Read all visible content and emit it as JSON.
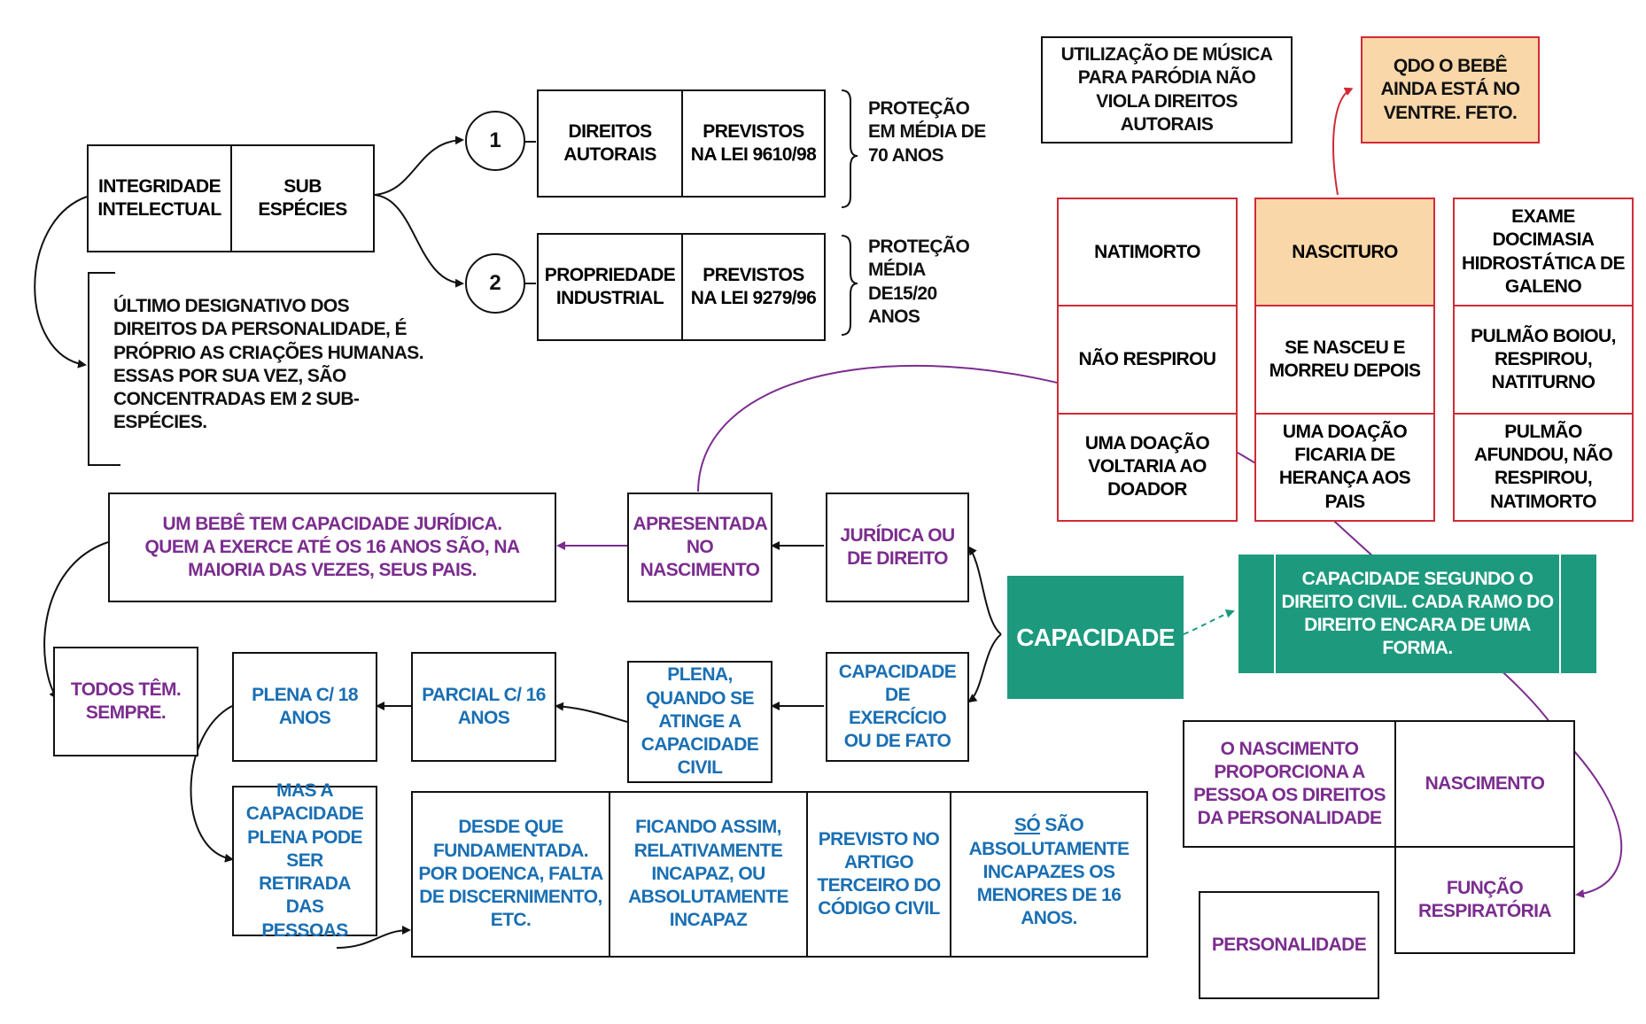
{
  "integridade": {
    "label": "INTEGRIDADE INTELECTUAL",
    "sub": "SUB ESPÉCIES",
    "description": "ÚLTIMO DESIGNATIVO DOS DIREITOS DA PERSONALIDADE, É PRÓPRIO AS CRIAÇÕES HUMANAS. ESSAS POR SUA VEZ, SÃO CONCENTRADAS EM 2 SUB-ESPÉCIES."
  },
  "sub_especies": [
    {
      "num": "1",
      "name": "DIREITOS AUTORAIS",
      "law": "PREVISTOS NA LEI 9610/98",
      "protection": "PROTEÇÃO EM MÉDIA DE 70 ANOS"
    },
    {
      "num": "2",
      "name": "PROPRIEDADE INDUSTRIAL",
      "law": "PREVISTOS NA LEI 9279/96",
      "protection": "PROTEÇÃO MÉDIA DE15/20 ANOS"
    }
  ],
  "parodia_note": "UTILIZAÇÃO DE MÚSICA PARA PARÓDIA NÃO VIOLA DIREITOS AUTORAIS",
  "feto_note": "QDO O BEBÊ AINDA ESTÁ NO VENTRE. FETO.",
  "table_red": {
    "natimorto": [
      "NATIMORTO",
      "NÃO RESPIROU",
      "UMA DOAÇÃO VOLTARIA AO DOADOR"
    ],
    "nascituro": [
      "NASCITURO",
      "SE NASCEU E MORREU DEPOIS",
      "UMA DOAÇÃO FICARIA DE HERANÇA AOS PAIS"
    ],
    "exame": [
      "EXAME DOCIMASIA HIDROSTÁTICA DE GALENO",
      "PULMÃO BOIOU, RESPIROU, NATITURNO",
      "PULMÃO AFUNDOU, NÃO RESPIROU, NATIMORTO"
    ]
  },
  "capacidade": {
    "title": "CAPACIDADE",
    "definition": "CAPACIDADE SEGUNDO O DIREITO CIVIL. CADA RAMO DO DIREITO ENCARA DE UMA FORMA.",
    "juridica": "JURÍDICA OU DE DIREITO",
    "apresentada": "APRESENTADA NO NASCIMENTO",
    "bebe_note": "UM BEBÊ TEM CAPACIDADE JURÍDICA. QUEM A EXERCE ATÉ OS 16 ANOS SÃO, NA MAIORIA DAS VEZES, SEUS PAIS.",
    "todos": "TODOS TÊM. SEMPRE.",
    "exercicio": "CAPACIDADE DE EXERCÍCIO OU DE FATO",
    "plena_quando": "PLENA, QUANDO SE ATINGE A CAPACIDADE CIVIL",
    "parcial": "PARCIAL C/ 16 ANOS",
    "plena18": "PLENA C/ 18 ANOS",
    "retirada": "MAS A CAPACIDADE PLENA PODE SER RETIRADA DAS PESSOAS",
    "row": [
      "DESDE QUE FUNDAMENTADA. POR DOENCA, FALTA DE DISCERNIMENTO, ETC.",
      "FICANDO ASSIM, RELATIVAMENTE INCAPAZ, OU ABSOLUTAMENTE INCAPAZ",
      "PREVISTO NO ARTIGO TERCEIRO DO CÓDIGO CIVIL"
    ],
    "so_word": "SÓ",
    "so_rest": "SÃO ABSOLUTAMENTE INCAPAZES OS MENORES DE 16 ANOS."
  },
  "personalidade": {
    "nascimento_text": "O NASCIMENTO PROPORCIONA A PESSOA OS DIREITOS DA PERSONALIDADE",
    "nascimento": "NASCIMENTO",
    "funcao": "FUNÇÃO RESPIRATÓRIA",
    "personalidade": "PERSONALIDADE"
  },
  "colors": {
    "black": "#111111",
    "blue": "#1a6fb3",
    "purple": "#7b2d8e",
    "red": "#d12a36",
    "teal": "#1d9a7e",
    "peach": "#fad7a8"
  }
}
